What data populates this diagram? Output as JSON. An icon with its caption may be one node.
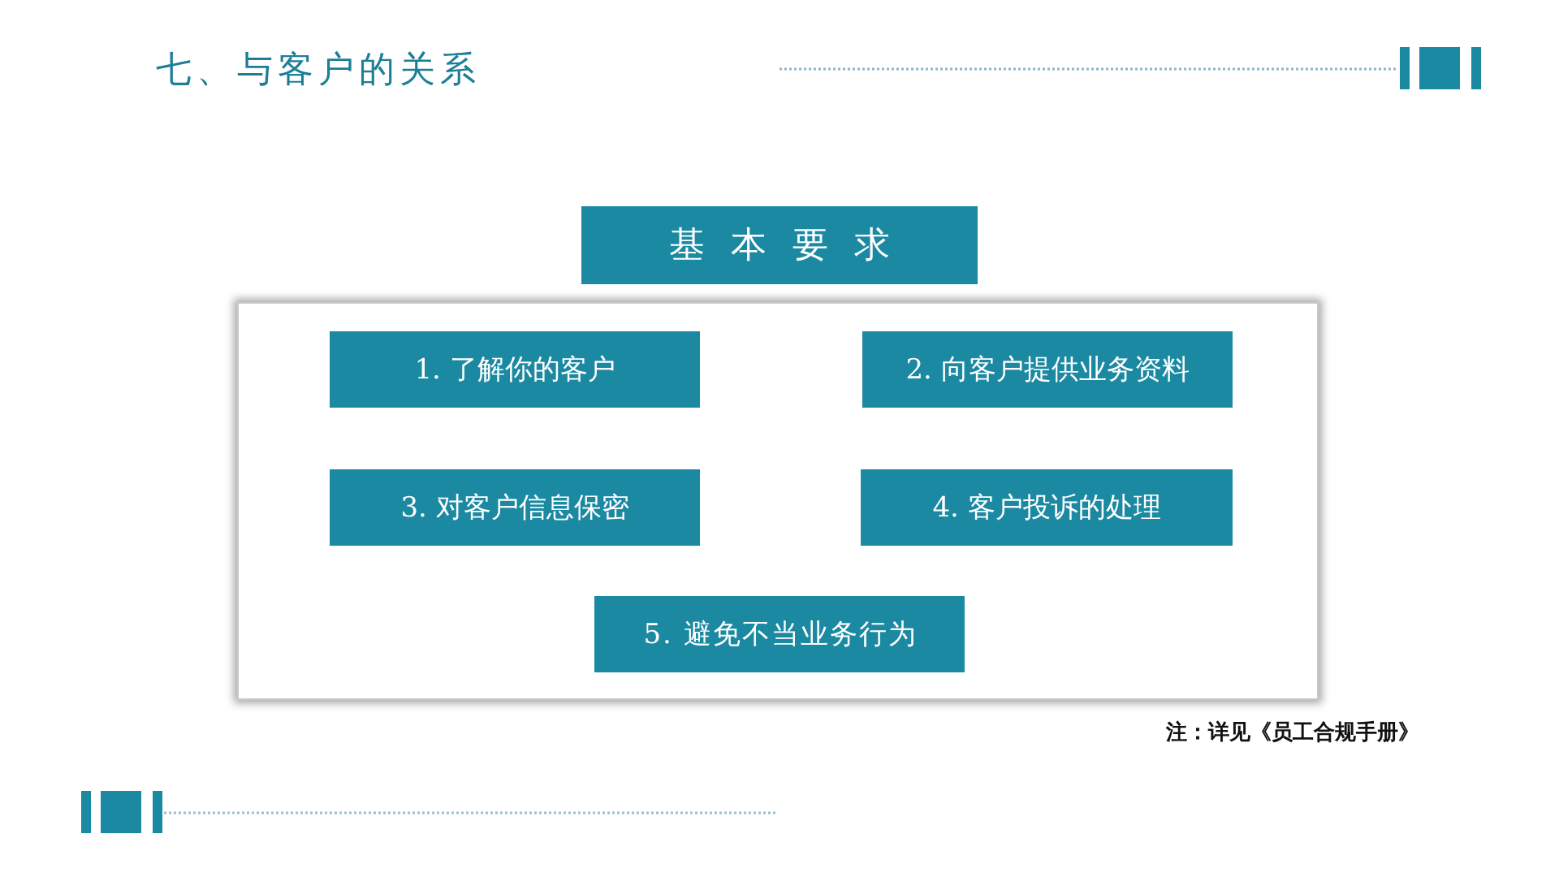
{
  "diagram": {
    "title": "七、与客户的关系",
    "nodes": [
      {
        "text": [
          "基本要求"
        ]
      },
      {
        "text": [],
        "shape": "box"
      },
      {
        "text": [
          "1. 了解你的客户"
        ],
        "in": 1
      },
      {
        "text": [
          "2. 向客户提供业务资料"
        ],
        "in": 1
      },
      {
        "text": [
          "3. 对客户信息保密"
        ],
        "in": 1
      },
      {
        "text": [
          "4. 客户投诉的处理"
        ],
        "in": 1
      },
      {
        "text": [
          "5. 避免不当业务行为"
        ],
        "in": 1
      }
    ],
    "labels": [
      "注：详见《员工合规手册》"
    ]
  }
}
